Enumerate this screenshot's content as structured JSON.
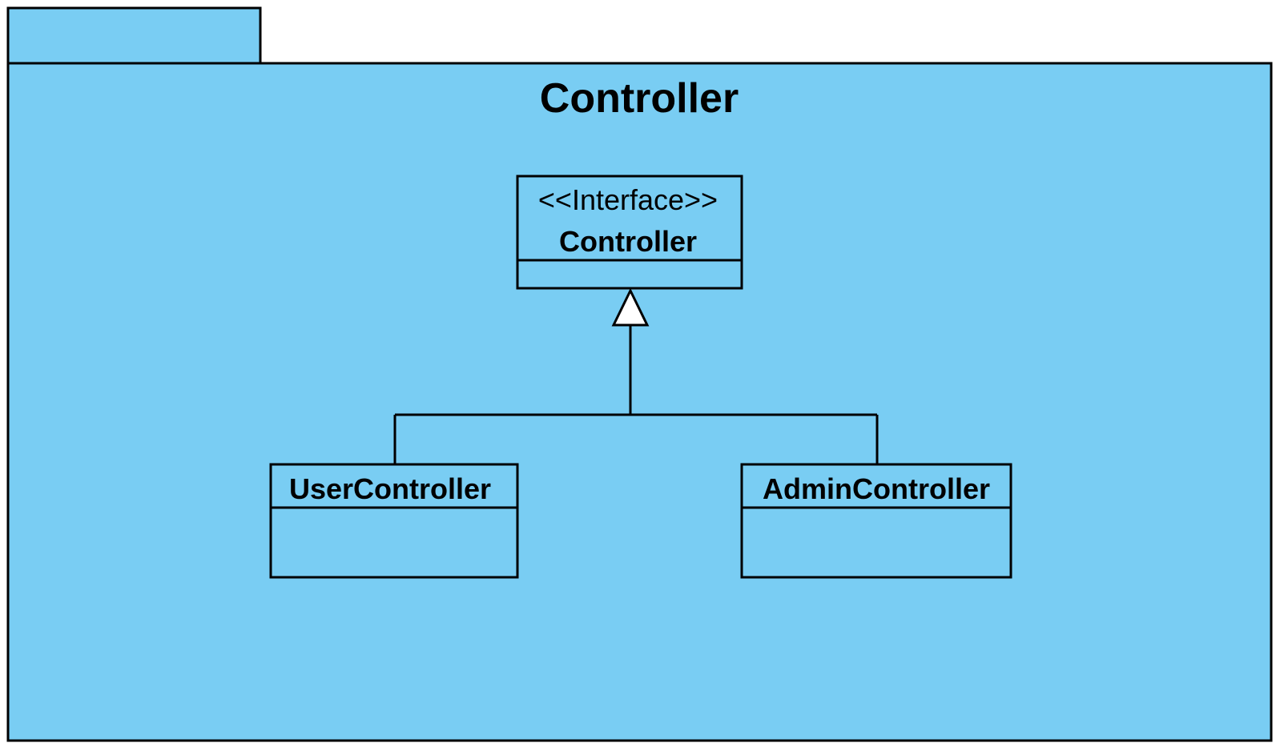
{
  "package": {
    "title": "Controller",
    "fill_color": "#79CDF3"
  },
  "interface_class": {
    "stereotype": "<<Interface>>",
    "name": "Controller"
  },
  "subclasses": [
    {
      "name": "UserController"
    },
    {
      "name": "AdminController"
    }
  ],
  "relationship": {
    "type": "realization",
    "from": [
      "UserController",
      "AdminController"
    ],
    "to": "Controller"
  }
}
